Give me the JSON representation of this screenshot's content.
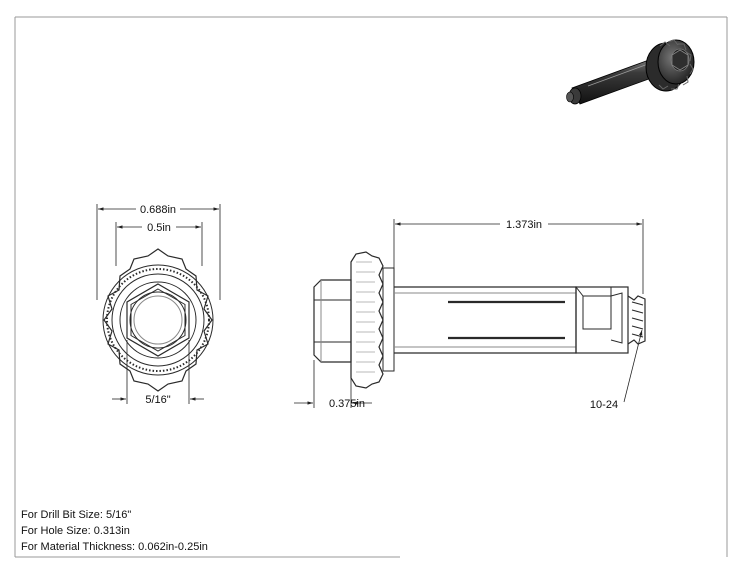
{
  "dimensions": {
    "outer_width": "0.688in",
    "flange_width": "0.5in",
    "hex_size": "5/16\"",
    "overall_length": "1.373in",
    "head_length": "0.375in",
    "thread": "10-24"
  },
  "notes": {
    "drill_bit": "For Drill Bit Size: 5/16\"",
    "hole_size": "For Hole Size: 0.313in",
    "material_thickness": "For Material Thickness: 0.062in-0.25in"
  },
  "colors": {
    "line": "#2a2a2a",
    "border": "#9a9a9a",
    "render_dark": "#2b2b2b"
  }
}
